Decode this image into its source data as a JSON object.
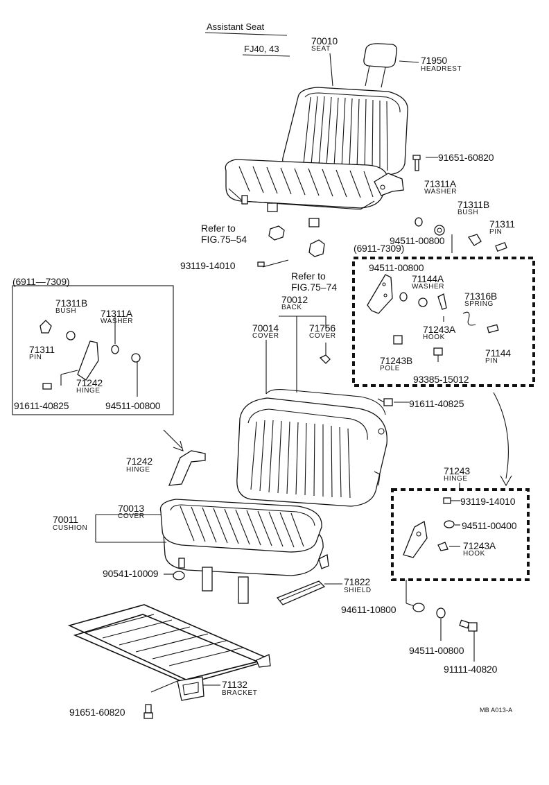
{
  "header": {
    "title": "Assistant Seat",
    "model": "FJ40, 43"
  },
  "refs": [
    {
      "key": "r54",
      "line1": "Refer to",
      "line2": "FIG.75–54"
    },
    {
      "key": "r74",
      "line1": "Refer to",
      "line2": "FIG.75–74"
    }
  ],
  "boxes": {
    "left": {
      "range": "(6911—7309)"
    },
    "right": {
      "range": "(6911-7309)"
    }
  },
  "parts": {
    "p70010": {
      "num": "70010",
      "name": "SEAT"
    },
    "p71950": {
      "num": "71950",
      "name": "HEADREST"
    },
    "p91651a": {
      "num": "91651-60820"
    },
    "p71311A_r": {
      "num": "71311A",
      "name": "WASHER"
    },
    "p71311B_r": {
      "num": "71311B",
      "name": "BUSH"
    },
    "p71311_r": {
      "num": "71311",
      "name": "PIN"
    },
    "p94511_r1": {
      "num": "94511-00800"
    },
    "p94511_r2": {
      "num": "94511-00800"
    },
    "p71144A": {
      "num": "71144A",
      "name": "WASHER"
    },
    "p71316B": {
      "num": "71316B",
      "name": "SPRING"
    },
    "p71243A_r": {
      "num": "71243A",
      "name": "HOOK"
    },
    "p71144": {
      "num": "71144",
      "name": "PIN"
    },
    "p71243B": {
      "num": "71243B",
      "name": "POLE"
    },
    "p93385": {
      "num": "93385-15012"
    },
    "p91611_r": {
      "num": "91611-40825"
    },
    "p93119a": {
      "num": "93119-14010"
    },
    "p70012": {
      "num": "70012",
      "name": "BACK"
    },
    "p70014": {
      "num": "70014",
      "name": "COVER"
    },
    "p71756": {
      "num": "71756",
      "name": "COVER"
    },
    "p71311B_l": {
      "num": "71311B",
      "name": "BUSH"
    },
    "p71311A_l": {
      "num": "71311A",
      "name": "WASHER"
    },
    "p71311_l": {
      "num": "71311",
      "name": "PIN"
    },
    "p71242_l": {
      "num": "71242",
      "name": "HINGE"
    },
    "p91611_l": {
      "num": "91611-40825"
    },
    "p94511_l": {
      "num": "94511-00800"
    },
    "p71242": {
      "num": "71242",
      "name": "HINGE"
    },
    "p71243": {
      "num": "71243",
      "name": "HINGE"
    },
    "p93119b": {
      "num": "93119-14010"
    },
    "p94511_00400": {
      "num": "94511-00400"
    },
    "p71243A_b": {
      "num": "71243A",
      "name": "HOOK"
    },
    "p70013": {
      "num": "70013",
      "name": "COVER"
    },
    "p70011": {
      "num": "70011",
      "name": "CUSHION"
    },
    "p90541": {
      "num": "90541-10009"
    },
    "p71822": {
      "num": "71822",
      "name": "SHIELD"
    },
    "p94611": {
      "num": "94611-10800"
    },
    "p94511_b": {
      "num": "94511-00800"
    },
    "p91111": {
      "num": "91111-40820"
    },
    "p71132": {
      "num": "71132",
      "name": "BRACKET"
    },
    "p91651b": {
      "num": "91651-60820"
    }
  },
  "footer": {
    "code": "MB A013-A"
  }
}
